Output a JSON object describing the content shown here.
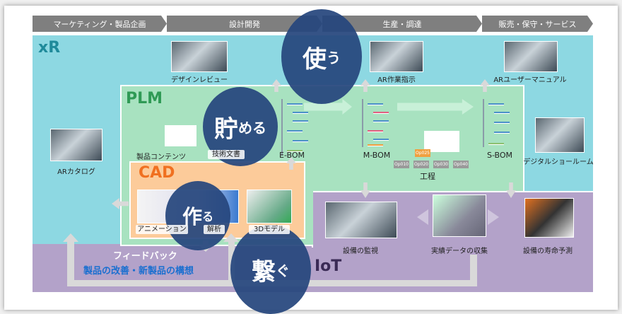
{
  "phases": [
    "マーケティング・製品企画",
    "設計開発",
    "生産・調達",
    "販売・保守・サービス"
  ],
  "zones": {
    "xr": "xR",
    "plm": "PLM",
    "cad": "CAD",
    "iot": "IoT"
  },
  "verbs": {
    "use": "使",
    "use_kana": "う",
    "store": "貯",
    "store_kana": "める",
    "make": "作",
    "make_kana": "る",
    "connect": "繋",
    "connect_kana": "ぐ"
  },
  "xr_items": [
    "デザインレビュー",
    "AR作業指示",
    "ARユーザーマニュアル",
    "ARカタログ",
    "デジタルショールーム"
  ],
  "plm_items": [
    "製品コンテンツ",
    "技術文書",
    "E-BOM",
    "M-BOM",
    "S-BOM",
    "工程"
  ],
  "operations": [
    "Op025",
    "Op010",
    "Op020",
    "Op030",
    "Op040"
  ],
  "cad_items": [
    "アニメーション",
    "解析",
    "3Dモデル"
  ],
  "iot_items": [
    "設備の監視",
    "実績データの収集",
    "設備の寿命予測"
  ],
  "feedback": {
    "title": "フィードバック",
    "subtitle": "製品の改善・新製品の構想"
  },
  "colors": {
    "xr": "#8dd8e2",
    "plm": "#a8e2c0",
    "cad": "#fccb9a",
    "iot": "#b3a2c9",
    "circle": "#26467d",
    "header": "#7f7f7f"
  }
}
